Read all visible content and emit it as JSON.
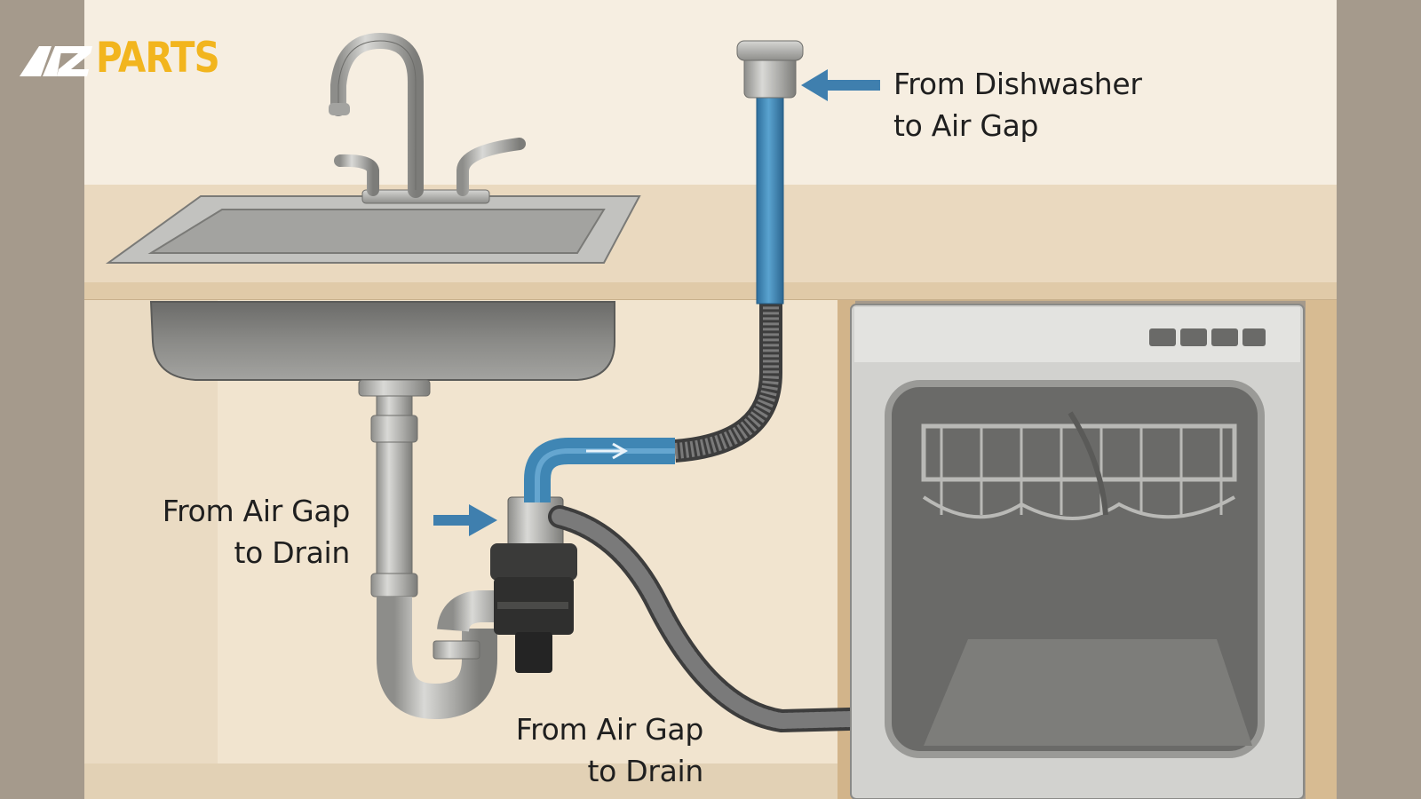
{
  "logo": {
    "mark": "AZ",
    "text": "PARTS",
    "mark_color": "#ffffff",
    "text_color": "#f2b51e"
  },
  "labels": {
    "dishwasher_to_air_gap": [
      "From Dishwasher",
      "to Air Gap"
    ],
    "air_gap_to_drain_left": [
      "From Air Gap",
      "to Drain"
    ],
    "air_gap_to_drain_bottom": [
      "From Air Gap",
      "to Drain"
    ]
  },
  "colors": {
    "frame": "#a59a8c",
    "wall": "#f6eee1",
    "countertop": "#ead9bf",
    "cabinet": "#f1e4cf",
    "blue_hose": "#3f86b4",
    "corrugated_hose": "#6e6e6e",
    "stainless": "#c9c9c6",
    "arrow": "#3f7fae"
  },
  "icons": {
    "arrow": "arrow-icon",
    "faucet": "faucet-icon",
    "air_gap": "air-gap-icon",
    "disposal": "garbage-disposal-icon"
  }
}
